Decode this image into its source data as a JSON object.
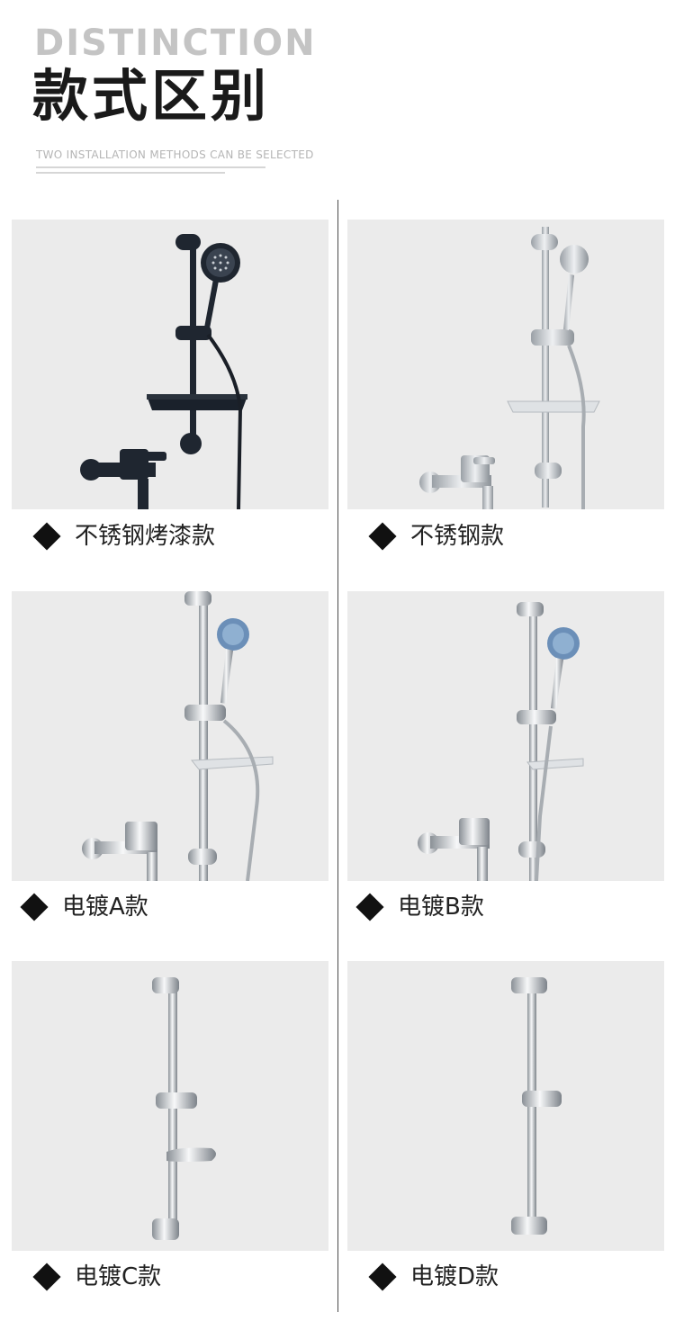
{
  "header": {
    "title_en": "DISTINCTION",
    "title_cn": "款式区别",
    "subtitle": "TWO INSTALLATION METHODS CAN BE SELECTED"
  },
  "products": [
    {
      "label": "不锈钢烤漆款",
      "finish": "black"
    },
    {
      "label": "不锈钢款",
      "finish": "steel"
    },
    {
      "label": "电镀A款",
      "finish": "chrome"
    },
    {
      "label": "电镀B款",
      "finish": "chrome"
    },
    {
      "label": "电镀C款",
      "finish": "chrome"
    },
    {
      "label": "电镀D款",
      "finish": "chrome"
    }
  ],
  "colors": {
    "title_en": "#c4c4c4",
    "title_cn": "#1a1a1a",
    "photo_bg": "#ebebeb",
    "divider": "#4a4a4a"
  }
}
